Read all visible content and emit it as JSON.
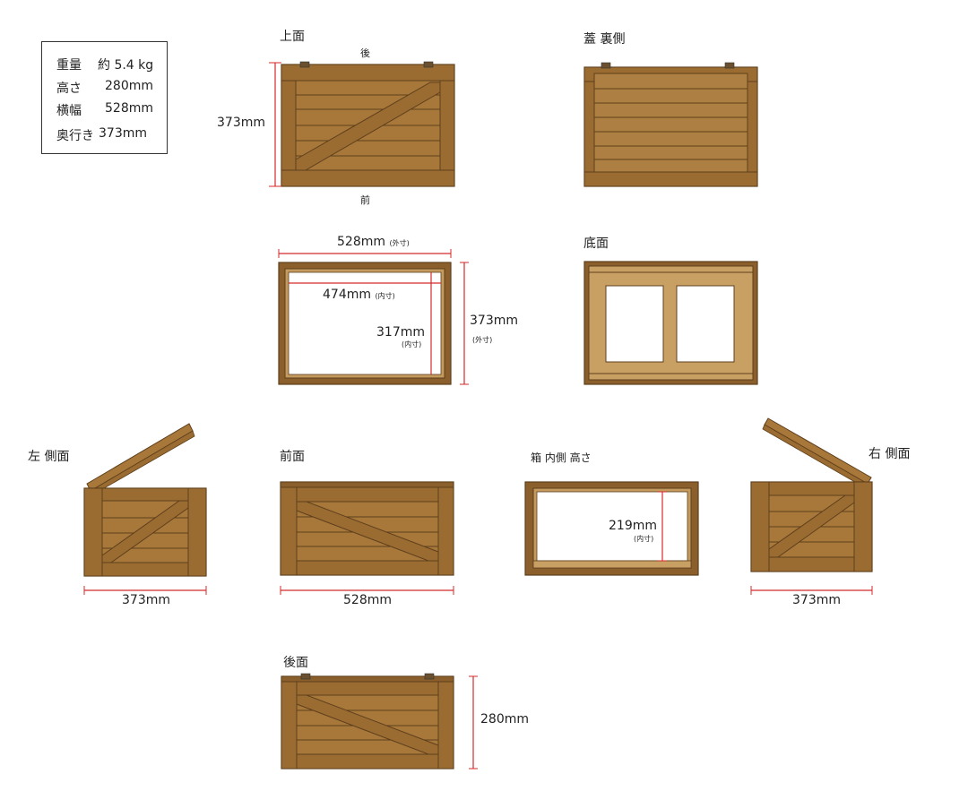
{
  "specs": {
    "weight_label": "重量",
    "weight_value": "約 5.4 kg",
    "height_label": "高さ",
    "height_value": "280mm",
    "width_label": "横幅",
    "width_value": "528mm",
    "depth_label": "奥行き",
    "depth_value": "373mm"
  },
  "top_view": {
    "title": "上面",
    "back": "後",
    "front": "前",
    "depth": "373mm"
  },
  "lid_back_view": {
    "title": "蓋 裏側"
  },
  "inner_top_view": {
    "outer_width": "528mm",
    "outer_width_note": "(外寸)",
    "inner_width": "474mm",
    "inner_width_note": "(内寸)",
    "inner_depth": "317mm",
    "inner_depth_note": "(内寸)",
    "outer_depth": "373mm",
    "outer_depth_note": "(外寸)"
  },
  "bottom_view": {
    "title": "底面"
  },
  "left_view": {
    "title": "左 側面",
    "width": "373mm"
  },
  "front_view": {
    "title": "前面",
    "width": "528mm"
  },
  "inner_height_view": {
    "title": "箱 内側 高さ",
    "height": "219mm",
    "height_note": "(内寸)"
  },
  "right_view": {
    "title": "右 側面",
    "width": "373mm"
  },
  "back_view": {
    "title": "後面",
    "height": "280mm"
  },
  "colors": {
    "wood": "#a8783a",
    "wood_dark": "#5e3f1c",
    "wood_light": "#c9a064",
    "dim_line": "#d42a2a"
  }
}
